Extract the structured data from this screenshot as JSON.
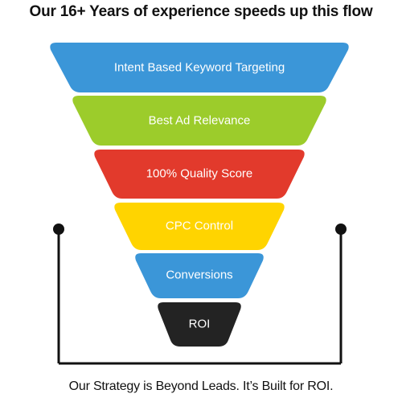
{
  "title": "Our 16+ Years of experience speeds up this flow",
  "funnel": {
    "levels": [
      {
        "label": "Intent Based Keyword Targeting",
        "color": "#3b96d8"
      },
      {
        "label": "Best Ad Relevance",
        "color": "#9ccc2b"
      },
      {
        "label": "100%  Quality Score",
        "color": "#e23a2c"
      },
      {
        "label": "CPC Control",
        "color": "#ffd400"
      },
      {
        "label": "Conversions",
        "color": "#3b96d8"
      },
      {
        "label": "ROI",
        "color": "#232323"
      }
    ]
  },
  "bracket": {
    "color": "#111111"
  },
  "footer": "Our Strategy is Beyond Leads.  It’s Built for ROI."
}
